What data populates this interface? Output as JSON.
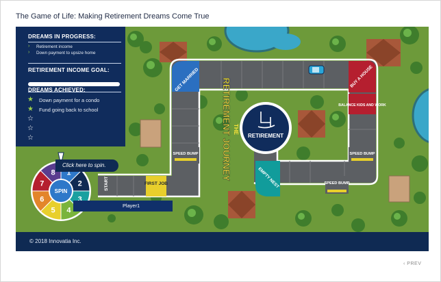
{
  "page_title": "The Game of Life: Making Retirement Dreams Come True",
  "panel": {
    "dreams_heading": "DREAMS IN PROGRESS:",
    "dreams": [
      "Retirement income",
      "Down payment to upsize home"
    ],
    "goal_heading": "RETIREMENT INCOME GOAL:",
    "goal_progress": 0,
    "achieved_heading": "DREAMS ACHIEVED:",
    "achieved": [
      "Down payment for a condo",
      "Fund going back to school"
    ],
    "empty_star_slots": 3
  },
  "spinner": {
    "center_label": "SPIN",
    "numbers": [
      "1",
      "2",
      "3",
      "4",
      "5",
      "6",
      "7",
      "8"
    ],
    "prompt": "Click here to spin.",
    "start_label": "START",
    "player_label": "Player1"
  },
  "board_squares": {
    "first_job": "FIRST JOB",
    "get_married": "GET MARRIED",
    "buy_house": "BUY A HOUSE",
    "balance_kids": "BALANCE KIDS AND WORK",
    "speed_bump": "SPEED BUMP",
    "empty_nest": "EMPTY NEST",
    "retirement": "RETIREMENT",
    "journey_small": "THE",
    "journey_big": "RETIREMENT JOURNEY"
  },
  "copyright": "© 2018 Innovatia Inc.",
  "prev_label": "PREV",
  "colors": {
    "navy": "#102c5c",
    "grass": "#6d9a3a",
    "road": "#5c5f63",
    "yellow": "#e8cf2c",
    "red": "#b51f2f",
    "teal": "#119c9b",
    "blue": "#2b6fc0"
  }
}
